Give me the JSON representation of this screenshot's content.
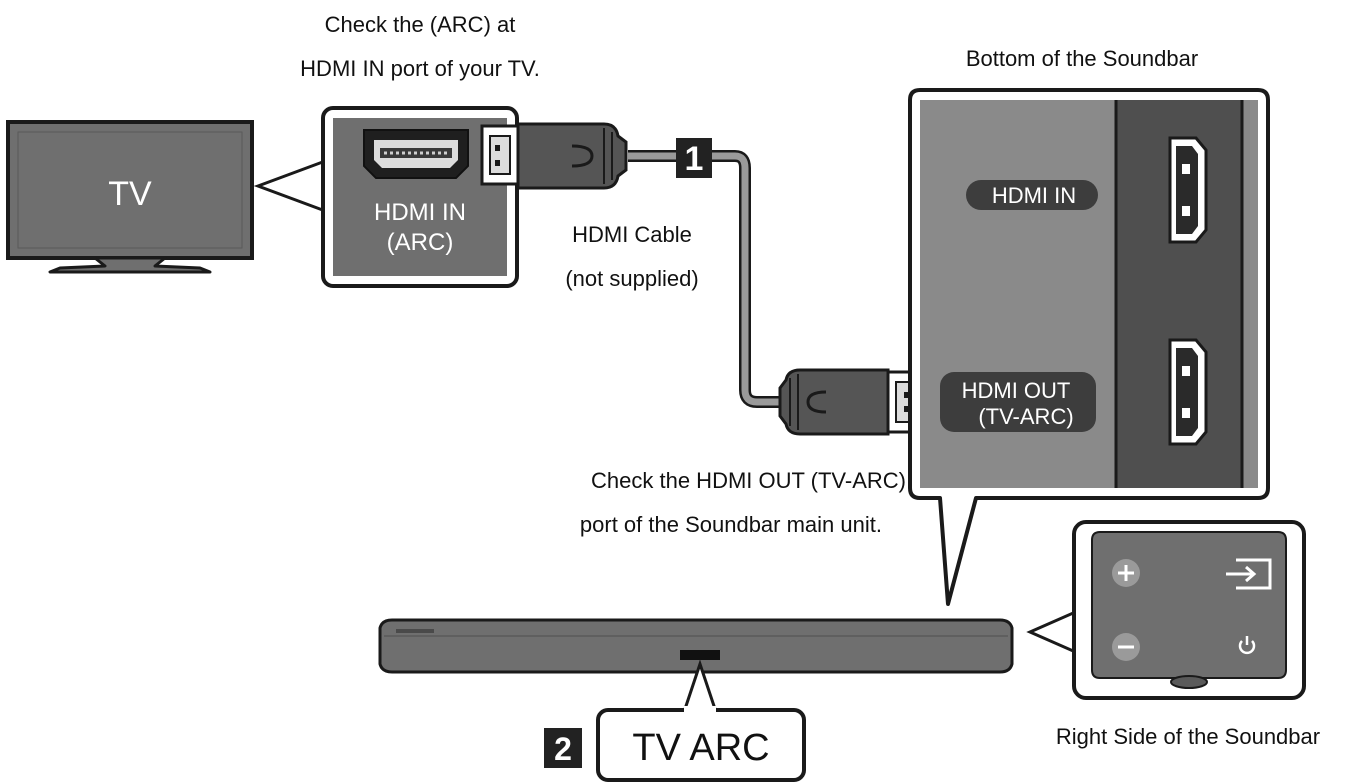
{
  "tv": {
    "label": "TV"
  },
  "tv_port": {
    "callout_line1": "Check the (ARC) at",
    "callout_line2": "HDMI IN port of your TV.",
    "port_label_line1": "HDMI IN",
    "port_label_line2": "(ARC)"
  },
  "cable": {
    "step_number": "1",
    "label_line1": "HDMI Cable",
    "label_line2": "(not supplied)"
  },
  "soundbar_bottom": {
    "title": "Bottom of the Soundbar",
    "hdmi_in_label": "HDMI IN",
    "hdmi_out_label_line1": "HDMI OUT",
    "hdmi_out_label_line2": "(TV-ARC)"
  },
  "soundbar_port_check": {
    "line1": "Check the HDMI OUT (TV-ARC)",
    "line2": "port of the Soundbar main unit."
  },
  "soundbar_side": {
    "title": "Right Side of the Soundbar",
    "buttons": {
      "volume_up": "plus-icon",
      "volume_down": "minus-icon",
      "source": "source-input-icon",
      "power": "power-icon"
    }
  },
  "display": {
    "step_number": "2",
    "text": "TV ARC"
  },
  "colors": {
    "panel_gray": "#6f6f6f",
    "dark_gray": "#4a4a4a",
    "outline": "#1a1a1a",
    "badge": "#222222"
  }
}
